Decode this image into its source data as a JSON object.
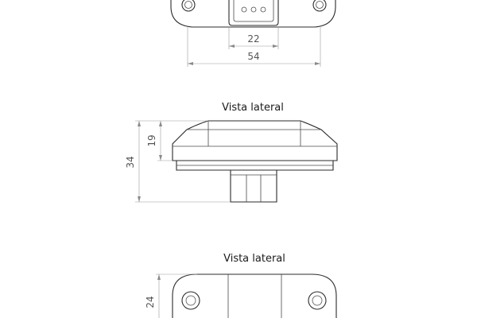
{
  "views": {
    "side_title_1": "Vista lateral",
    "side_title_2": "Vista lateral"
  },
  "dimensions": {
    "connector_width": "22",
    "overall_width": "54",
    "upper_height": "19",
    "total_height": "34",
    "body_height": "24"
  }
}
